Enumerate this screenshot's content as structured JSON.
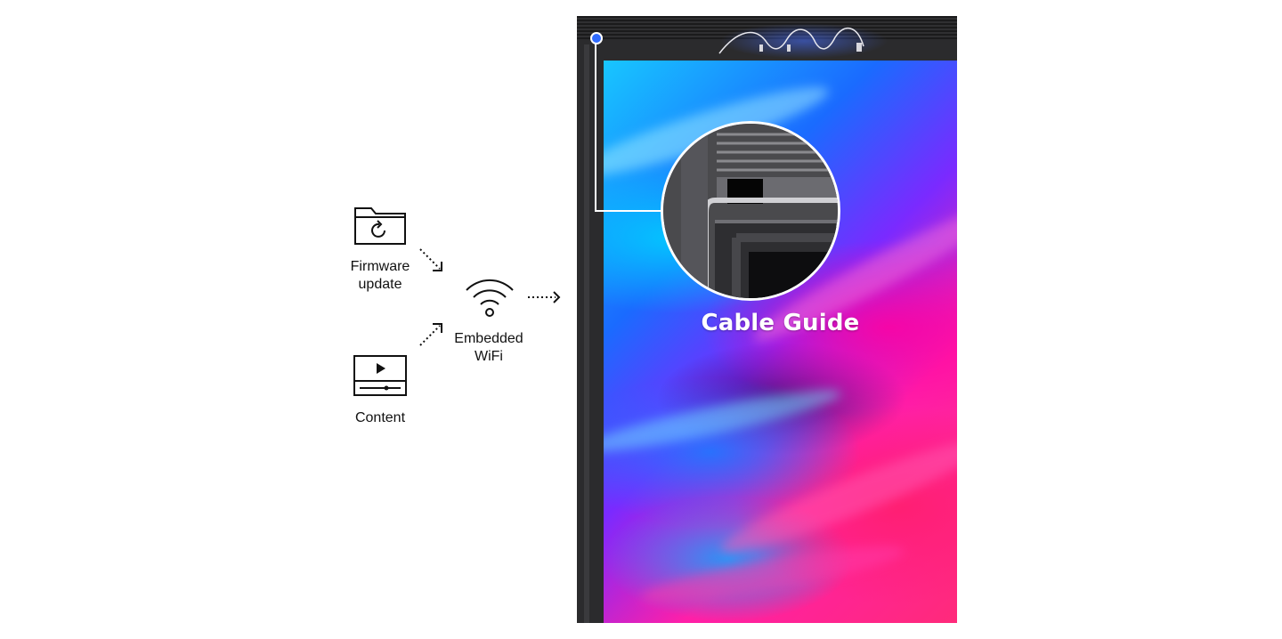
{
  "features": {
    "firmware_label": "Firmware\nupdate",
    "wifi_label": "Embedded\nWiFi",
    "content_label": "Content"
  },
  "display": {
    "callout_label": "Cable Guide"
  },
  "colors": {
    "accent_dot": "#2f6bff",
    "bezel": "#2b2b2d"
  }
}
